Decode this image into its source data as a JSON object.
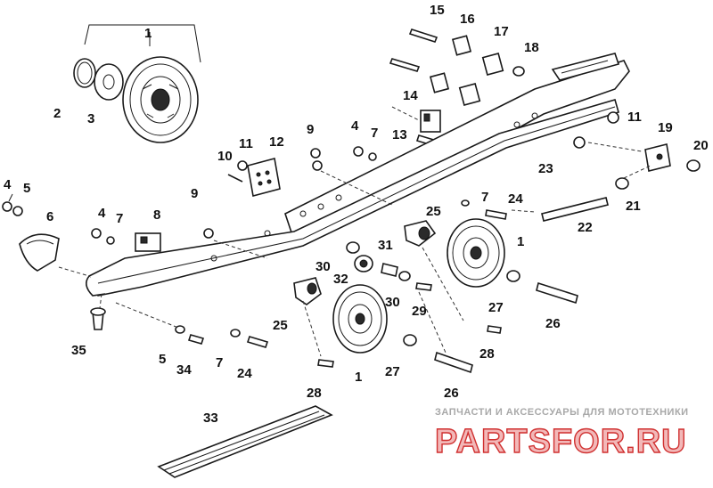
{
  "diagram": {
    "callouts": [
      "1",
      "2",
      "3",
      "15",
      "16",
      "17",
      "18",
      "14",
      "13",
      "4",
      "7",
      "9",
      "10",
      "11",
      "12",
      "11",
      "19",
      "20",
      "23",
      "4",
      "5",
      "6",
      "9",
      "4",
      "7",
      "8",
      "24",
      "25",
      "22",
      "21",
      "1",
      "31",
      "30",
      "32",
      "30",
      "29",
      "27",
      "26",
      "25",
      "35",
      "5",
      "34",
      "7",
      "24",
      "28",
      "1",
      "27",
      "28",
      "26",
      "33"
    ]
  },
  "watermark": {
    "tagline": "ЗАПЧАСТИ И АКСЕССУАРЫ ДЛЯ МОТОТЕХНИКИ",
    "brand": "PARTSFOR.RU"
  }
}
